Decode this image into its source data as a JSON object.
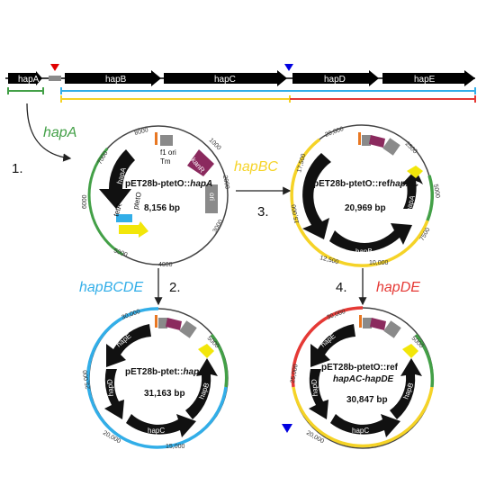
{
  "colors": {
    "hapA": "#43a047",
    "hapBC": "#f5d327",
    "hapBCDE": "#32aee8",
    "hapDE": "#e53935",
    "backbone": "#8a8a8a",
    "kanR": "#8b2a5e",
    "ori": "#8f8f8f",
    "tetR": "#f2e60a",
    "marker_red": "#e00000",
    "marker_blue": "#0000e0"
  },
  "operon": {
    "genes": [
      "hapA",
      "hapB",
      "hapC",
      "hapD",
      "hapE"
    ]
  },
  "steps": {
    "s1": "1.",
    "s2": "2.",
    "s3": "3.",
    "s4": "4."
  },
  "arrow_labels": {
    "hapA": "hapA",
    "hapBC": "hapBC",
    "hapBCDE": "hapBCDE",
    "hapDE": "hapDE"
  },
  "plasmid1": {
    "name_prefix": "pET28b-ptetO::",
    "name_italic": "hapA",
    "size": "8,156 bp",
    "ticks": [
      "1000",
      "2000",
      "3000",
      "4000",
      "5000",
      "6000",
      "7000",
      "8000"
    ],
    "features": {
      "hapA": "hapA",
      "tetR": "tetR",
      "ptetO": "ptetO",
      "kanR": "kanR",
      "ori": "ori",
      "f1ori": "f1 ori",
      "tm": "Tm"
    }
  },
  "plasmid2": {
    "name_prefix": "pET28b-ptetO::ref",
    "name_italic": "hapAC",
    "size": "20,969 bp",
    "ticks": [
      "2500",
      "5000",
      "7500",
      "10,000",
      "12,500",
      "15,000",
      "17,500",
      "20,000"
    ],
    "features": {
      "hapC": "hapC",
      "hapB": "hapB",
      "hapA": "hapA"
    }
  },
  "plasmid3": {
    "name_prefix": "pET28b-ptet::",
    "name_italic": "hap",
    "size": "31,163 bp",
    "ticks": [
      "5000",
      "15,000",
      "20,000",
      "25,000",
      "30,000"
    ],
    "features": {
      "hapE": "hapE",
      "hapD": "hapD",
      "hapC": "hapC",
      "hapB": "hapB"
    }
  },
  "plasmid4": {
    "name_prefix": "pET28b-ptetO::ref",
    "name_italic": "hapAC-hapDE",
    "size": "30,847 bp",
    "ticks": [
      "5000",
      "20,000",
      "25,000",
      "30,000"
    ],
    "features": {
      "hapE": "hapE",
      "hapD": "hapD",
      "hapC": "hapC",
      "hapB": "hapB"
    }
  }
}
